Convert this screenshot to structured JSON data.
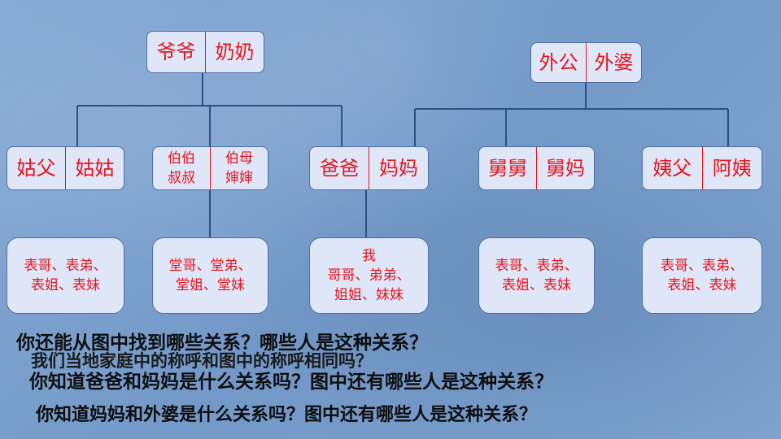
{
  "grandparents_paternal": {
    "left": "爷爷",
    "right": "奶奶"
  },
  "grandparents_maternal": {
    "left": "外公",
    "right": "外婆"
  },
  "relatives": [
    {
      "left": "姑父",
      "right": "姑姑"
    },
    {
      "left": [
        "伯伯",
        "叔叔"
      ],
      "right": [
        "伯母",
        "婶婶"
      ]
    },
    {
      "left": "爸爸",
      "right": "妈妈"
    },
    {
      "left": "舅舅",
      "right": "舅妈"
    },
    {
      "left": "姨父",
      "right": "阿姨"
    }
  ],
  "children": [
    {
      "lines": [
        "表哥、表弟、",
        "表姐、表妹"
      ]
    },
    {
      "lines": [
        "堂哥、堂弟、",
        "堂姐、堂妹"
      ]
    },
    {
      "lines": [
        "我",
        "哥哥、弟弟、",
        "姐姐、妹妹"
      ]
    },
    {
      "lines": [
        "表哥、表弟、",
        "表姐、表妹"
      ]
    },
    {
      "lines": [
        "表哥、表弟、",
        "表姐、表妹"
      ]
    }
  ],
  "questions": {
    "q1": "你还能从图中找到哪些关系？哪些人是这种关系？",
    "q2": "我们当地家庭中的称呼和图中的称呼相同吗？",
    "q3": "你知道爸爸和妈妈是什么关系吗？图中还有哪些人是这种关系？",
    "q4": "你知道妈妈和外婆是什么关系吗？图中还有哪些人是这种关系？"
  },
  "colors": {
    "text_red": "#e8141c",
    "box_fill": "#dfe6f8",
    "line": "#2d4f82"
  }
}
